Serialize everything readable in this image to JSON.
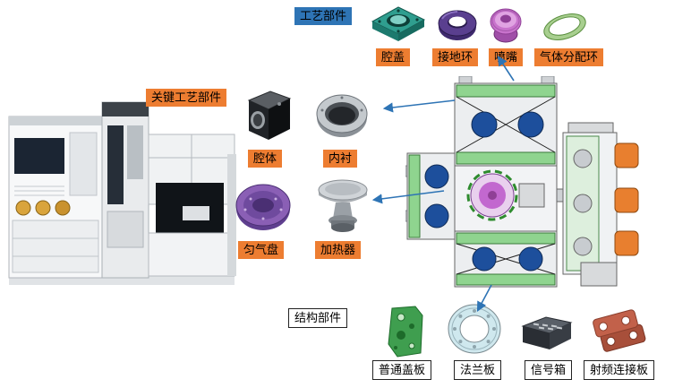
{
  "groups": {
    "process": {
      "label": "工艺部件",
      "items": [
        {
          "name": "腔盖"
        },
        {
          "name": "接地环"
        },
        {
          "name": "喷嘴"
        },
        {
          "name": "气体分配环"
        }
      ]
    },
    "key_process": {
      "label": "关键工艺部件",
      "items": [
        {
          "name": "腔体"
        },
        {
          "name": "内衬"
        },
        {
          "name": "匀气盘"
        },
        {
          "name": "加热器"
        }
      ]
    },
    "structure": {
      "label": "结构部件",
      "items": [
        {
          "name": "普通盖板"
        },
        {
          "name": "法兰板"
        },
        {
          "name": "信号箱"
        },
        {
          "name": "射频连接板"
        }
      ]
    }
  },
  "colors": {
    "orange_label_bg": "#ED7D31",
    "blue_label_bg": "#2E74B5",
    "plain_label_bg": "#FFFFFF",
    "arrow": "#2E74B5",
    "label_text": "#000000"
  }
}
